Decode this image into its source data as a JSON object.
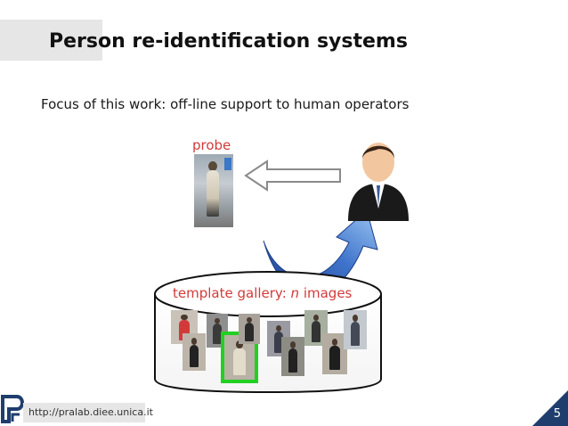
{
  "slide": {
    "title": "Person re-identification systems",
    "subtitle": "Focus of this work: off-line support to human operators",
    "probe_label": "probe",
    "gallery_label_prefix": "template gallery: ",
    "gallery_label_n": "n",
    "gallery_label_suffix": " images",
    "footer_url": "http://pralab.diee.unica.it",
    "page_number": "5"
  },
  "icons": {
    "operator": "businessman-icon",
    "feedback_arrow": "hollow-left-arrow-icon",
    "query_arrow": "curved-arrow-icon",
    "logo": "pralab-logo-icon"
  },
  "colors": {
    "label_red": "#d33a3a",
    "highlight_green": "#22d022",
    "arrow_blue": "#2f5fb4",
    "corner_navy": "#1f3e6e"
  }
}
